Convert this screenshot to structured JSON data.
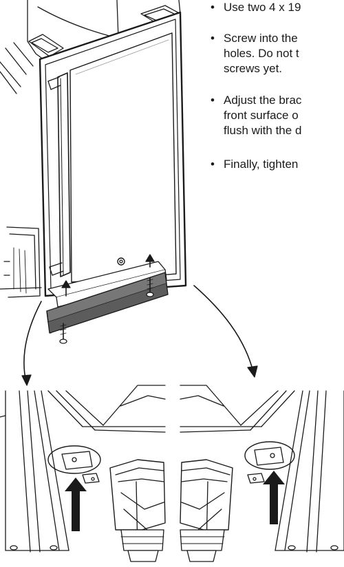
{
  "instructions": [
    {
      "bullet": "•",
      "lines": [
        "Use two 4 x 19"
      ]
    },
    {
      "bullet": "•",
      "lines": [
        "Screw into the",
        "holes. Do not t",
        "screws yet."
      ]
    },
    {
      "bullet": "•",
      "lines": [
        "Adjust the brac",
        "front surface o",
        "flush with the d"
      ]
    },
    {
      "bullet": "•",
      "lines": [
        "Finally, tighten"
      ]
    }
  ]
}
